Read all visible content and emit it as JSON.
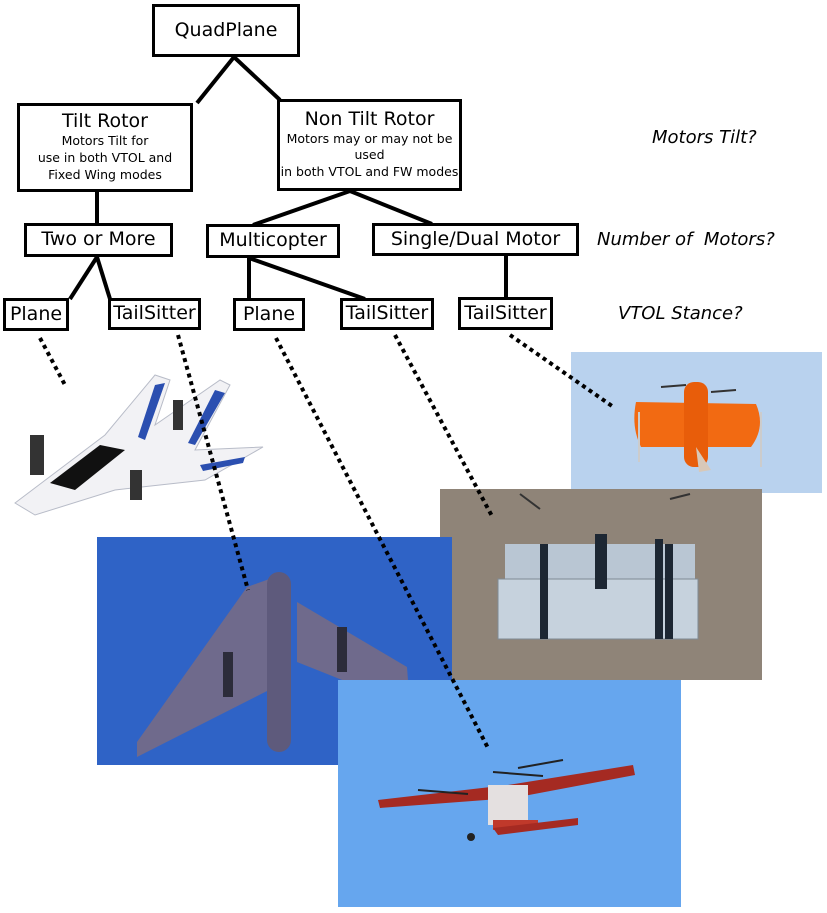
{
  "tree": {
    "root": {
      "title": "QuadPlane"
    },
    "tilt_rotor": {
      "title": "Tilt Rotor",
      "desc_lines": [
        "Motors Tilt for",
        "use in both VTOL and",
        "Fixed Wing modes"
      ]
    },
    "non_tilt_rotor": {
      "title": "Non Tilt Rotor",
      "desc_lines": [
        "Motors may or may not be used",
        "in both VTOL and FW modes"
      ]
    },
    "two_or_more": {
      "title": "Two or More"
    },
    "multicopter": {
      "title": "Multicopter"
    },
    "single_dual": {
      "title": "Single/Dual Motor"
    },
    "leaves": [
      {
        "title": "Plane"
      },
      {
        "title": "TailSitter"
      },
      {
        "title": "Plane"
      },
      {
        "title": "TailSitter"
      },
      {
        "title": "TailSitter"
      }
    ]
  },
  "questions": {
    "level1": "Motors Tilt?",
    "level2": "Number of  Motors?",
    "level3": "VTOL Stance?"
  },
  "colors": {
    "sky_blue_dark": "#2f63c6",
    "sky_blue_light": "#66a6ee",
    "sky_pale": "#b9d2ee",
    "sand": "#8f8478",
    "orange": "#f26a12"
  }
}
